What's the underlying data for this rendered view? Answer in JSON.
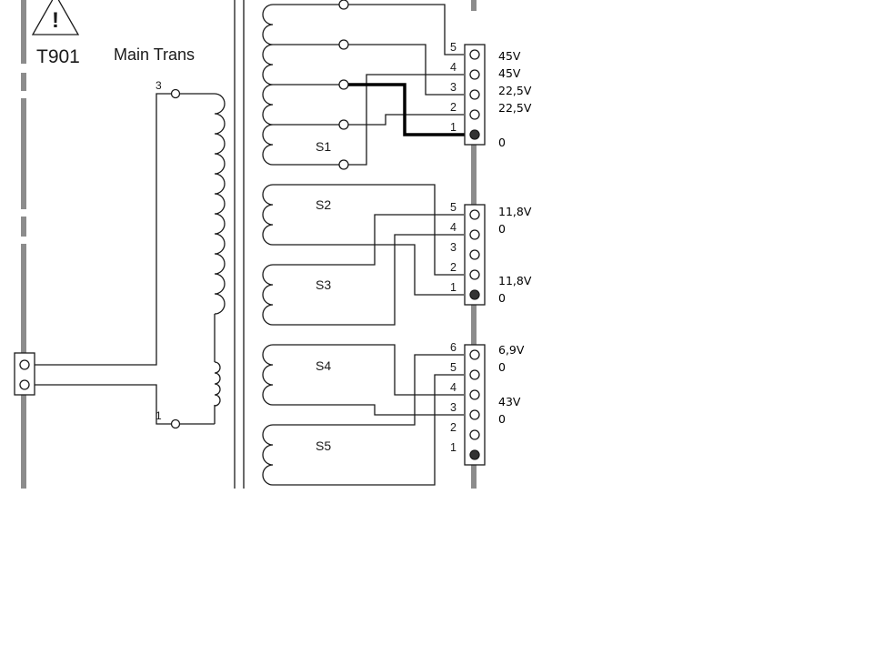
{
  "warning_symbol": "!",
  "transformer": {
    "ref": "T901",
    "name": "Main Trans"
  },
  "primary": {
    "pin_top": "3",
    "pin_bottom": "1"
  },
  "secondaries": {
    "s1": "S1",
    "s2": "S2",
    "s3": "S3",
    "s4": "S4",
    "s5": "S5"
  },
  "connector_1": {
    "pins": [
      "5",
      "4",
      "3",
      "2",
      "1"
    ],
    "voltages": [
      "45V",
      "45V",
      "22,5V",
      "22,5V",
      "0"
    ]
  },
  "connector_2": {
    "pins": [
      "5",
      "4",
      "3",
      "2",
      "1"
    ],
    "voltages": [
      "11,8V",
      "0",
      "11,8V",
      "0"
    ]
  },
  "connector_3": {
    "pins": [
      "6",
      "5",
      "4",
      "3",
      "2",
      "1"
    ],
    "voltages": [
      "6,9V",
      "0",
      "43V",
      "0"
    ]
  },
  "colors": {
    "line": "#1a1a1a",
    "highlight": "#000000",
    "frame_bar": "#8c8c8c",
    "background": "#ffffff"
  }
}
